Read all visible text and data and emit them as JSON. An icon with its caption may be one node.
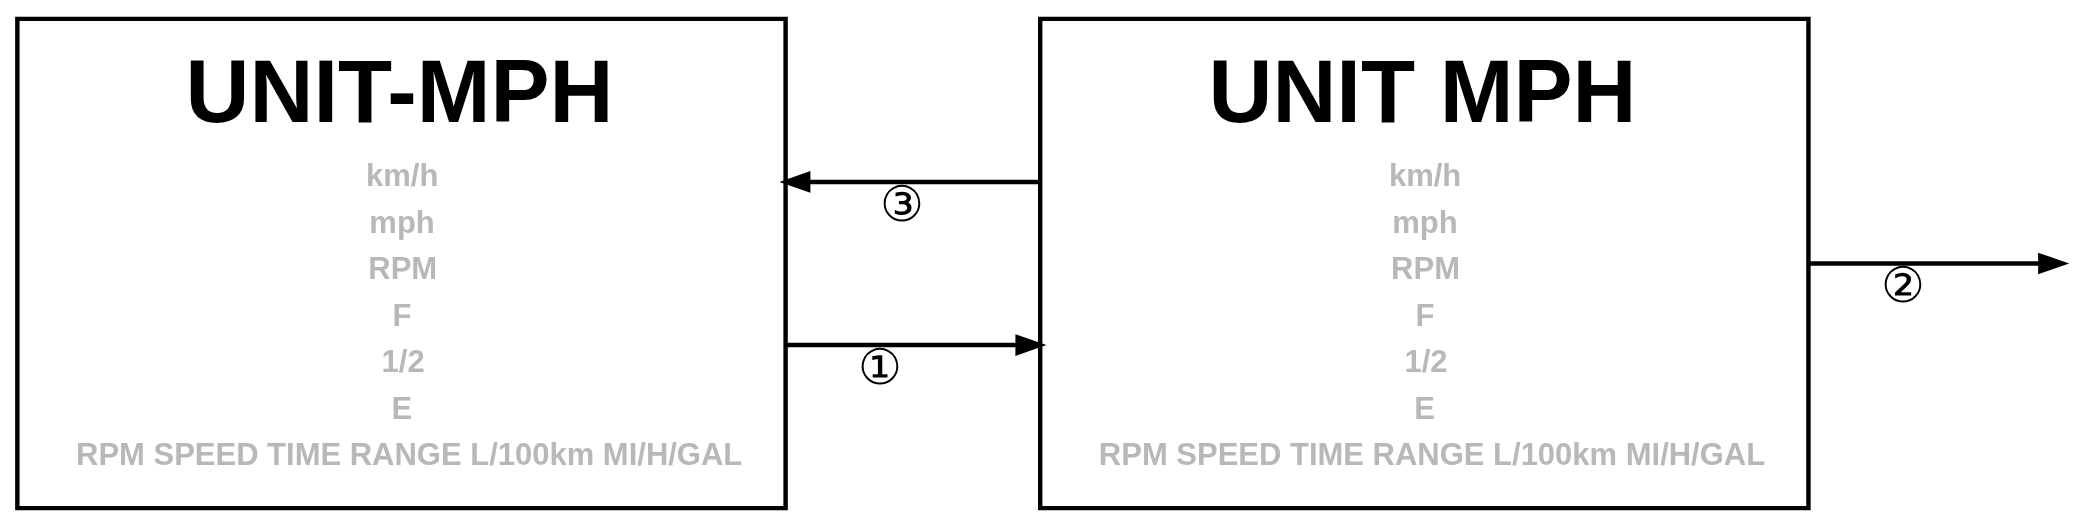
{
  "diagram": {
    "nodes": [
      {
        "text": [
          "UNIT-MPH",
          "km/h",
          "mph",
          "RPM",
          "F",
          "1/2",
          "E",
          "RPM SPEED TIME RANGE L/100km MI/H/GAL"
        ]
      },
      {
        "text": [
          "UNIT MPH",
          "km/h",
          "mph",
          "RPM",
          "F",
          "1/2",
          "E",
          "RPM SPEED TIME RANGE L/100km MI/H/GAL"
        ]
      }
    ],
    "edges": [
      {
        "from": 0,
        "to": 1,
        "arrow": "to",
        "label": "①"
      },
      {
        "from": 1,
        "to": null,
        "arrow": "to",
        "label": "②"
      },
      {
        "from": 1,
        "to": 0,
        "arrow": "to",
        "label": "③"
      }
    ]
  }
}
